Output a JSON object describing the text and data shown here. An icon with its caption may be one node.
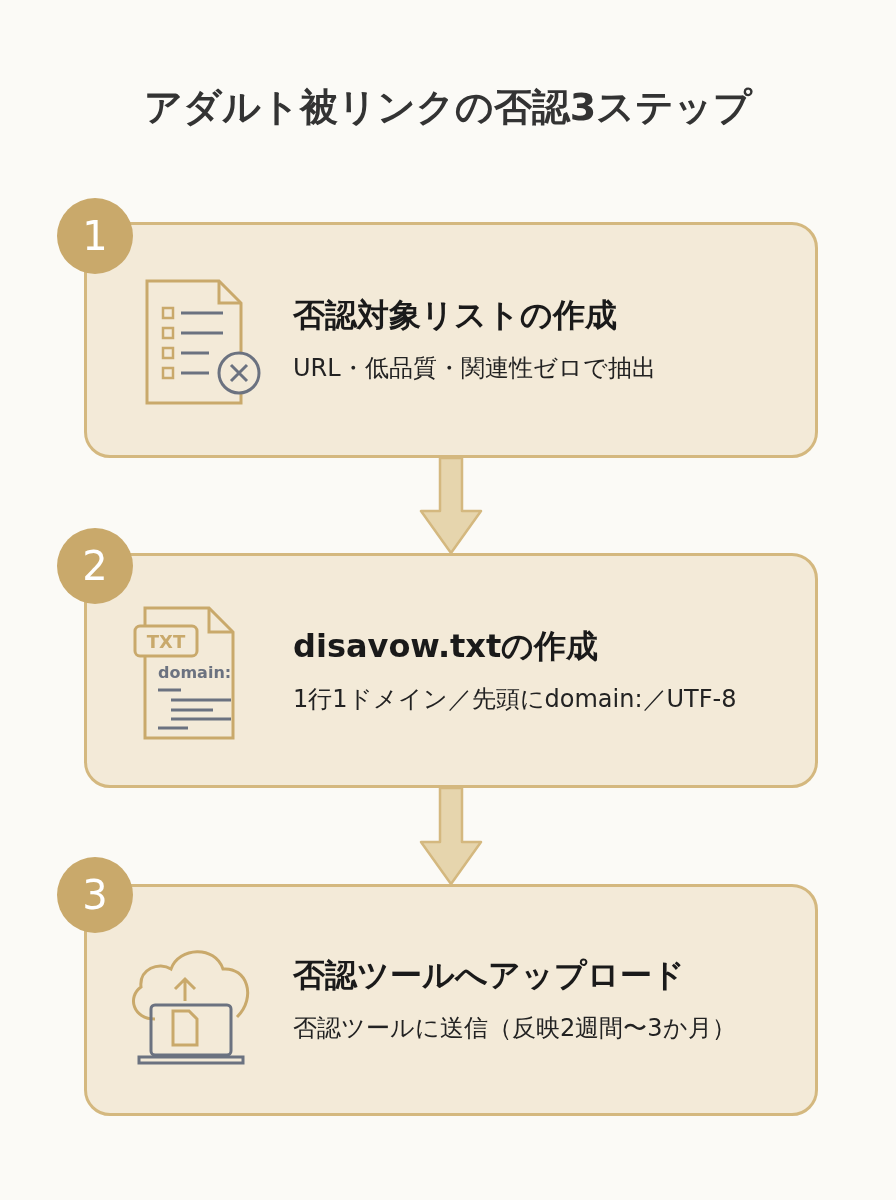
{
  "diagram": {
    "title": "アダルト被リンクの否認3ステップ",
    "nodes": [
      {
        "text": [
          "1"
        ]
      },
      {
        "text": [
          "否認対象リストの作成",
          "URL・低品質・関連性ゼロで抽出"
        ]
      },
      {
        "text": [
          "2"
        ]
      },
      {
        "text": [
          "disavow.txtの作成",
          "1行1ドメイン／先頭にdomain:／UTF-8"
        ]
      },
      {
        "text": [
          "3"
        ]
      },
      {
        "text": [
          "否認ツールへアップロード",
          "否認ツールに送信（反映2週間〜3か月）"
        ]
      }
    ],
    "edges": [
      {
        "from": 1,
        "to": 3,
        "arrow": "to"
      },
      {
        "from": 3,
        "to": 5,
        "arrow": "to"
      }
    ],
    "labels": [
      "TXT",
      "domain:"
    ]
  }
}
